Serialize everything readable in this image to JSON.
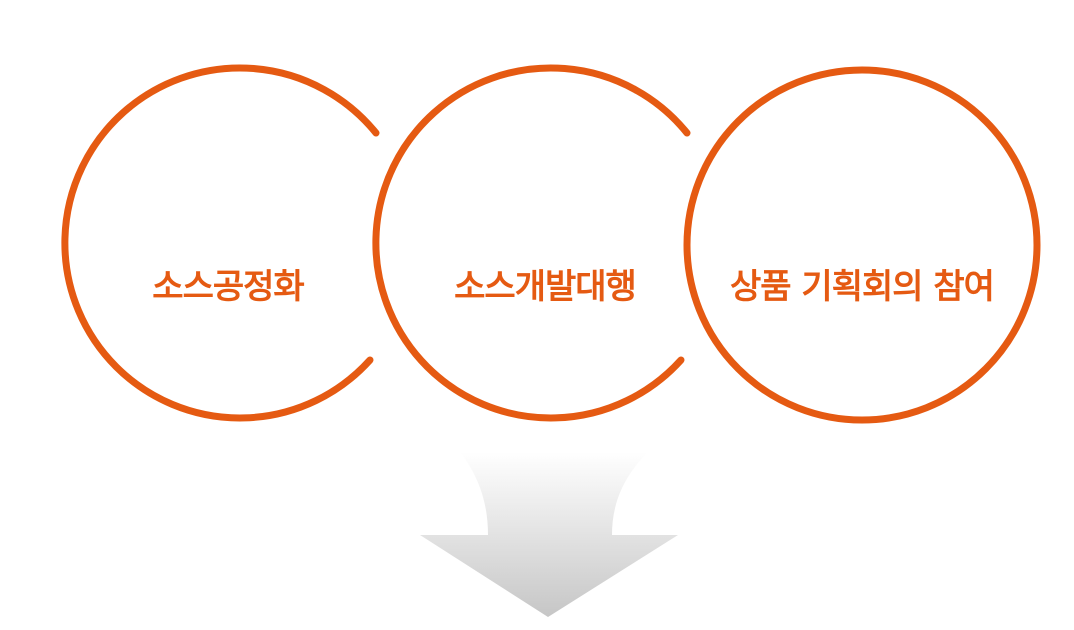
{
  "colors": {
    "accent": "#E55A12",
    "arrow_top": "#FFFFFF",
    "arrow_bottom": "#C6C6C6",
    "background": "#FFFFFF"
  },
  "circles": [
    {
      "label": "소스공정화"
    },
    {
      "label": "소스개발대행"
    },
    {
      "label": "상품 기획회의 참여"
    }
  ],
  "arrow": {
    "direction": "down"
  }
}
